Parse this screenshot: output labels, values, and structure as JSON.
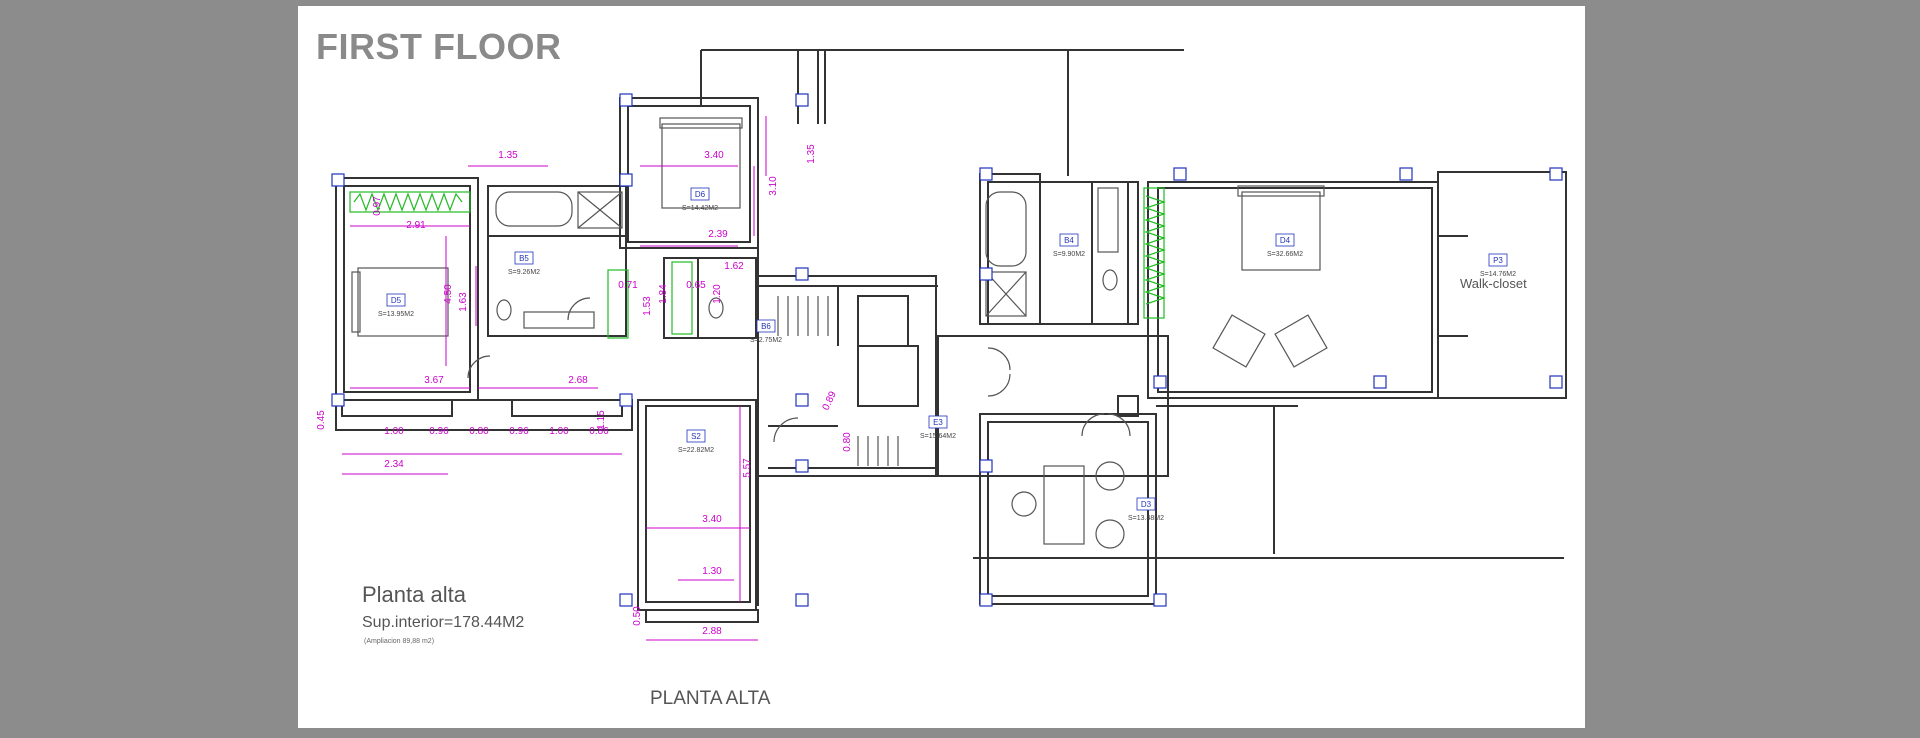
{
  "title": "FIRST FLOOR",
  "footer_label": "PLANTA ALTA",
  "legend": {
    "name": "Planta alta",
    "area": "Sup.interior=178.44M2",
    "extension": "(Ampliacion 89,88 m2)"
  },
  "walk_closet_label": "Walk-closet",
  "rooms": [
    {
      "tag": "D5",
      "area": "S=13.95M2"
    },
    {
      "tag": "B5",
      "area": "S=9.26M2"
    },
    {
      "tag": "D6",
      "area": "S=14.42M2"
    },
    {
      "tag": "B6",
      "area": "S=2.75M2"
    },
    {
      "tag": "S2",
      "area": "S=22.82M2"
    },
    {
      "tag": "E3",
      "area": "S=15.64M2"
    },
    {
      "tag": "B4",
      "area": "S=9.90M2"
    },
    {
      "tag": "D4",
      "area": "S=32.66M2"
    },
    {
      "tag": "P3",
      "area": "S=14.76M2"
    },
    {
      "tag": "D3",
      "area": "S=13.48M2"
    }
  ],
  "dimensions": [
    "1.35",
    "3.40",
    "1.35",
    "3.10",
    "2.39",
    "0.97",
    "2.91",
    "4.50",
    "1.63",
    "3.67",
    "2.68",
    "0.71",
    "1.53",
    "1.84",
    "0.65",
    "1.20",
    "1.62",
    "1.15",
    "0.45",
    "1.00",
    "0.96",
    "0.80",
    "0.96",
    "1.00",
    "0.86",
    "2.34",
    "5.57",
    "3.40",
    "1.30",
    "0.50",
    "2.88",
    "0.89",
    "0.80"
  ],
  "colors": {
    "wall": "#333333",
    "dimension": "#cc00cc",
    "closet": "#22bb22",
    "column": "#2233bb",
    "room_tag": "#2233bb",
    "background": "#8c8c8c"
  }
}
